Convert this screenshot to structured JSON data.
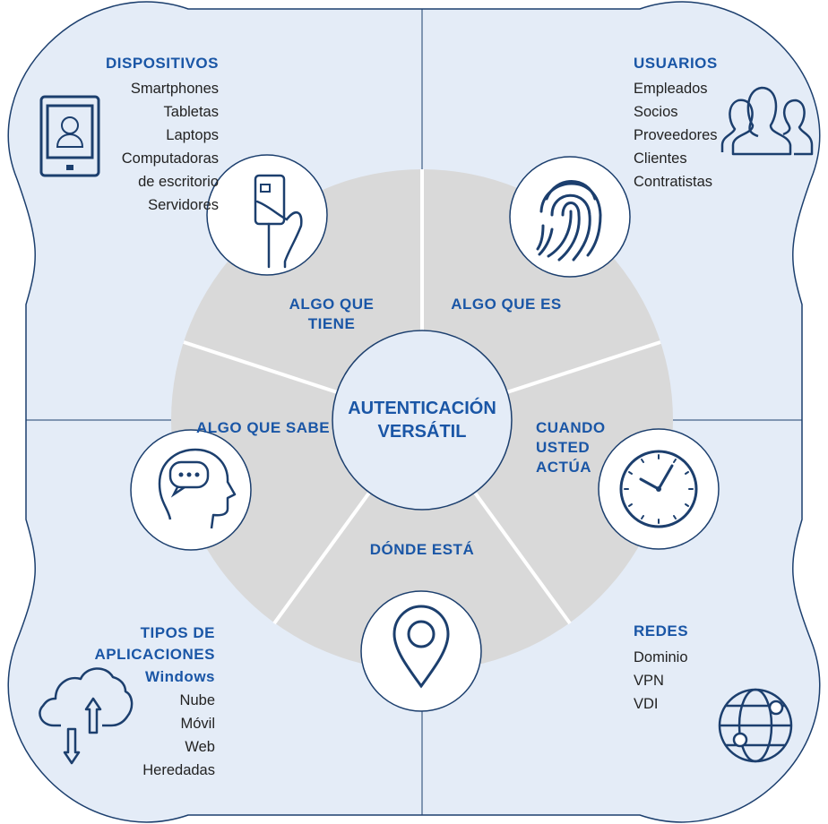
{
  "center": {
    "line1": "AUTENTICACIÓN",
    "line2": "VERSÁTIL"
  },
  "segments": {
    "tiene": {
      "line1": "ALGO QUE",
      "line2": "TIENE"
    },
    "es": "ALGO QUE ES",
    "actua": {
      "line1": "CUANDO",
      "line2": "USTED",
      "line3": "ACTÚA"
    },
    "donde": "DÓNDE ESTÁ",
    "sabe": "ALGO QUE SABE"
  },
  "dispositivos": {
    "title": "DISPOSITIVOS",
    "items": [
      "Smartphones",
      "Tabletas",
      "Laptops",
      "Computadoras",
      "de escritorio",
      "Servidores"
    ]
  },
  "usuarios": {
    "title": "USUARIOS",
    "items": [
      "Empleados",
      "Socios",
      "Proveedores",
      "Clientes",
      "Contratistas"
    ]
  },
  "aplicaciones": {
    "title1": "TIPOS DE",
    "title2": "APLICACIONES",
    "subtitle": "Windows",
    "items": [
      "Nube",
      "Móvil",
      "Web",
      "Heredadas"
    ]
  },
  "redes": {
    "title": "REDES",
    "items": [
      "Dominio",
      "VPN",
      "VDI"
    ]
  },
  "colors": {
    "accent": "#1a56a6",
    "icon": "#1c3f6e",
    "quadrant_fill": "#e4ecf7",
    "quadrant_stroke": "#1c3f6e",
    "wheel": "#d9d9d9",
    "center_fill": "#e4ecf7"
  },
  "icons": [
    "tablet-user-icon",
    "users-icon",
    "cloud-sync-icon",
    "globe-network-icon",
    "card-hand-icon",
    "fingerprint-icon",
    "clock-icon",
    "location-pin-icon",
    "head-speech-icon"
  ]
}
